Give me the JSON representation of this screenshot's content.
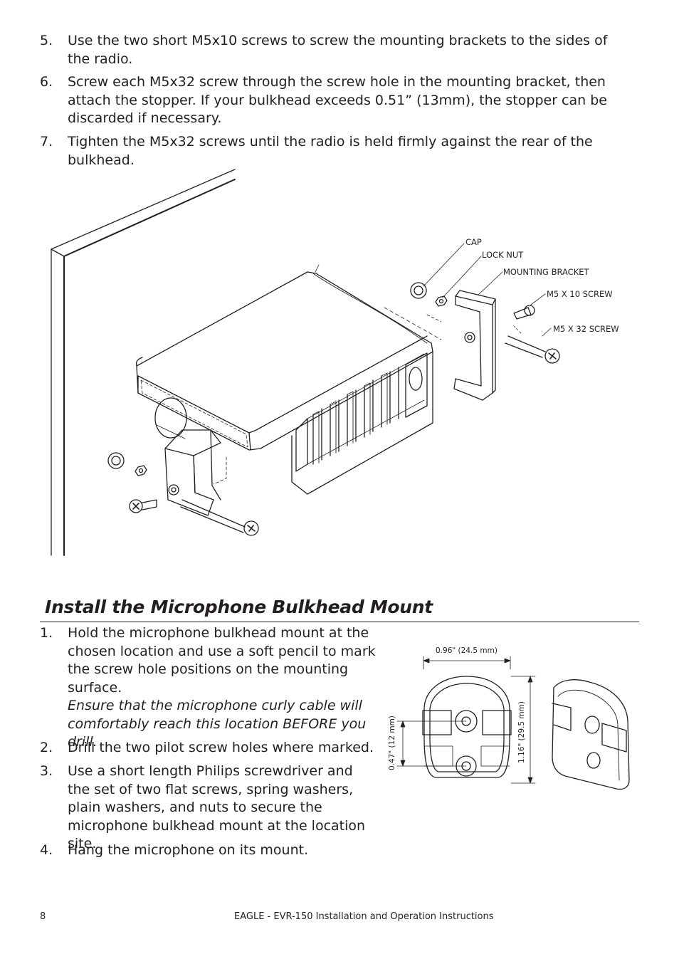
{
  "steps_top": [
    {
      "num": "5.",
      "text": "Use the two short M5x10 screws to screw the mounting brackets to the sides of the radio."
    },
    {
      "num": "6.",
      "text": "Screw each M5x32 screw through the screw hole in the mounting bracket, then attach the stopper. If your bulkhead exceeds 0.51”  (13mm), the stopper can be discarded if necessary."
    },
    {
      "num": "7.",
      "text": "Tighten the M5x32 screws until the radio is held firmly against the rear of the bulkhead."
    }
  ],
  "diagram1": {
    "labels": {
      "cap": "CAP",
      "lock_nut": "LOCK NUT",
      "mounting_bracket": "MOUNTING BRACKET",
      "m5x10": "M5 X 10 SCREW",
      "m5x32": "M5 X 32 SCREW"
    }
  },
  "section": {
    "title": "Install the Microphone Bulkhead Mount",
    "steps": [
      {
        "num": "1.",
        "text": "Hold the microphone bulkhead mount at the chosen location and use a soft pencil to mark the screw hole positions on the mounting surface.",
        "note": "Ensure that the microphone curly cable will comfortably reach this location BEFORE you drill."
      },
      {
        "num": "2.",
        "text": "Drill the two pilot screw holes where marked."
      },
      {
        "num": "3.",
        "text": "Use a short length Philips screwdriver and the set of two flat screws, spring washers, plain washers, and nuts to secure the microphone bulkhead mount at the location site."
      },
      {
        "num": "4.",
        "text": "Hang the microphone on its mount."
      }
    ]
  },
  "diagram2": {
    "width_dim": "0.96\" (24.5 mm)",
    "height_dim": "1.16\" (29.5 mm)",
    "spacing_dim": "0.47\" (12 mm)"
  },
  "footer": {
    "page_number": "8",
    "doc_title": "EAGLE - EVR-150 Installation and Operation Instructions"
  }
}
